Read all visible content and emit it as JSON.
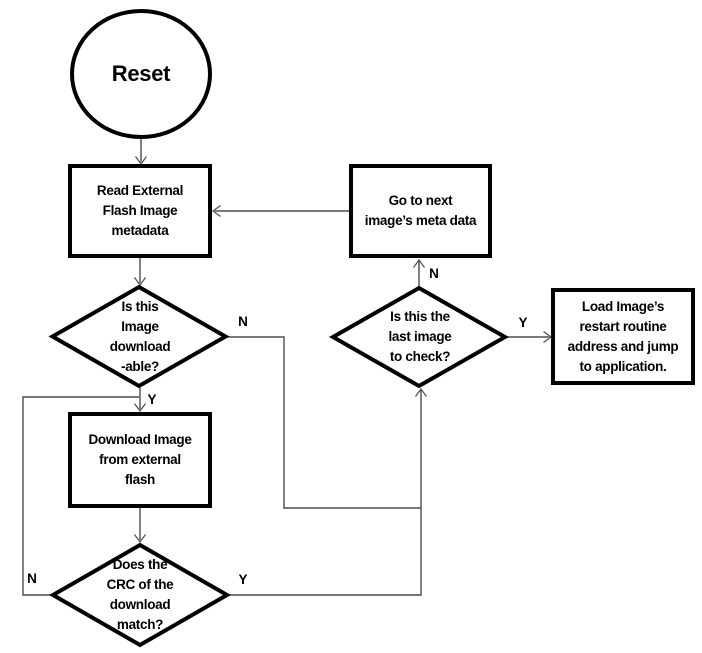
{
  "diagram": {
    "type": "flowchart",
    "nodes": {
      "reset": {
        "shape": "circle",
        "label": "Reset"
      },
      "read_metadata": {
        "shape": "rectangle",
        "label": "Read External\nFlash Image\nmetadata"
      },
      "is_downloadable": {
        "shape": "diamond",
        "label": "Is this\nImage\ndownload\n-able?"
      },
      "download_image": {
        "shape": "rectangle",
        "label": "Download Image\nfrom external\nflash"
      },
      "crc_match": {
        "shape": "diamond",
        "label": "Does the\nCRC of the\ndownload\nmatch?"
      },
      "next_image": {
        "shape": "rectangle",
        "label": "Go to next\nimage’s meta data"
      },
      "is_last_image": {
        "shape": "diamond",
        "label": "Is this the\nlast image\nto check?"
      },
      "load_image": {
        "shape": "rectangle",
        "label": "Load Image’s\nrestart routine\naddress and jump\nto application."
      }
    },
    "edge_labels": {
      "downloadable_no": "N",
      "downloadable_yes": "Y",
      "crc_no": "N",
      "crc_yes": "Y",
      "last_image_no": "N",
      "last_image_yes": "Y"
    },
    "colors": {
      "background": "#ffffff",
      "shape_border": "#000000",
      "connector": "#4d4d4d",
      "text": "#000000"
    }
  }
}
